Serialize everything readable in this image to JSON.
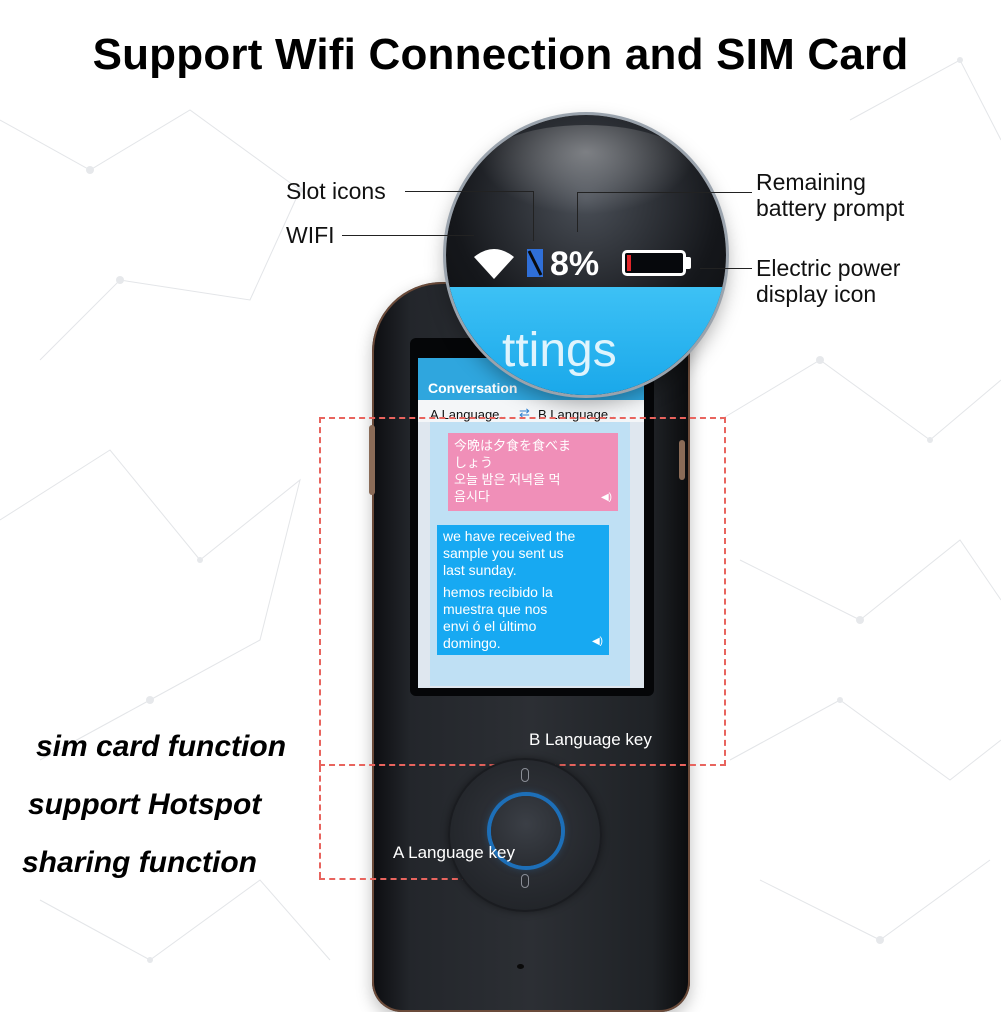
{
  "title": "Support Wifi Connection and SIM Card",
  "callouts": {
    "slot_icons": "Slot icons",
    "wifi": "WIFI",
    "remaining_battery_line1": "Remaining",
    "remaining_battery_line2": "battery prompt",
    "power_icon_line1": "Electric power",
    "power_icon_line2": "display icon"
  },
  "magnifier": {
    "battery_percent": "8%",
    "screen_text": "ttings",
    "battery_level": 0.08,
    "icons": [
      "wifi-icon",
      "sim-slot-icon",
      "battery-icon"
    ]
  },
  "screen": {
    "mode_label": "Conversation",
    "lang_a": "A Language",
    "lang_b": "B Language",
    "pink_line1": "今晩は夕食を食べま",
    "pink_line2": "しょう",
    "pink_line3": "오늘 밤은 저녁을 먹",
    "pink_line4": "음시다",
    "blue_line1": "we have received the",
    "blue_line2": "sample you sent us",
    "blue_line3": "last sunday.",
    "blue_line4": "hemos recibido la",
    "blue_line5": "muestra que nos",
    "blue_line6": "envi ó el  último",
    "blue_line7": "domingo."
  },
  "keys": {
    "b_key": "B Language key",
    "a_key": "A Language key"
  },
  "features": {
    "line1": "sim card function",
    "line2": "support Hotspot",
    "line3": "sharing function"
  },
  "colors": {
    "dash": "#e8645e",
    "screen_top": "#2fa6de",
    "pink_bubble": "#f08fb8",
    "blue_bubble": "#17a9f2",
    "pad_ring": "#1d6fb8"
  }
}
